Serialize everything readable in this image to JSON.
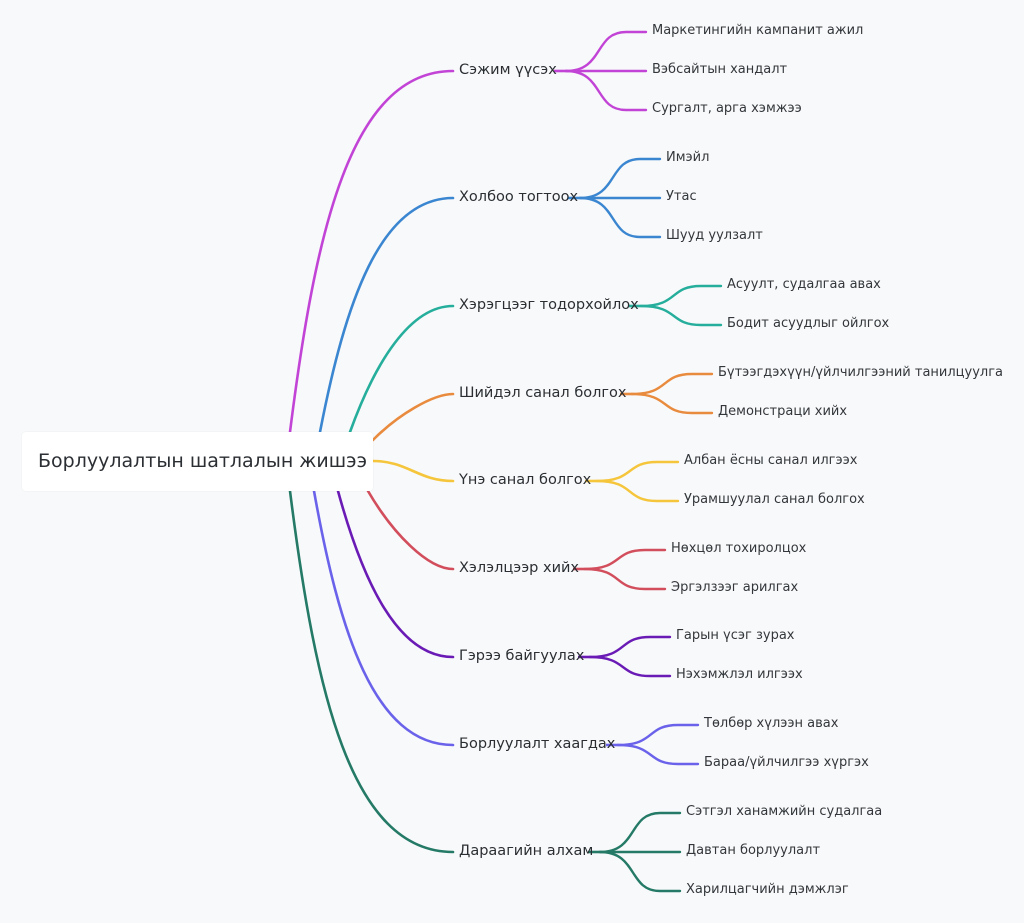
{
  "root": {
    "label": "Борлуулалтын шатлалын жишээ"
  },
  "branches": [
    {
      "label": "Сэжим үүсэх",
      "color": "#c244d6",
      "children": [
        "Маркетингийн кампанит ажил",
        "Вэбсайтын хандалт",
        "Сургалт, арга хэмжээ"
      ]
    },
    {
      "label": "Холбоо тогтоох",
      "color": "#3b86d1",
      "children": [
        "Имэйл",
        "Утас",
        "Шууд уулзалт"
      ]
    },
    {
      "label": "Хэрэгцээг тодорхойлох",
      "color": "#26ae9c",
      "children": [
        "Асуулт, судалгаа авах",
        "Бодит асуудлыг ойлгох"
      ]
    },
    {
      "label": "Шийдэл санал болгох",
      "color": "#e98b3e",
      "children": [
        "Бүтээгдэхүүн/үйлчилгээний танилцуулга",
        "Демонстраци хийх"
      ]
    },
    {
      "label": "Үнэ санал болгох",
      "color": "#f5c53b",
      "children": [
        "Албан ёсны санал илгээх",
        "Урамшуулал санал болгох"
      ]
    },
    {
      "label": "Хэлэлцээр хийх",
      "color": "#d24e5c",
      "children": [
        "Нөхцөл тохиролцох",
        "Эргэлзээг арилгах"
      ]
    },
    {
      "label": "Гэрээ байгуулах",
      "color": "#6a1bb5",
      "children": [
        "Гарын үсэг зурах",
        "Нэхэмжлэл илгээх"
      ]
    },
    {
      "label": "Борлуулалт хаагдах",
      "color": "#6a62ea",
      "children": [
        "Төлбөр хүлээн авах",
        "Бараа/үйлчилгээ хүргэх"
      ]
    },
    {
      "label": "Дараагийн алхам",
      "color": "#247a66",
      "children": [
        "Сэтгэл ханамжийн судалгаа",
        "Давтан борлуулалт",
        "Харилцагчийн дэмжлэг"
      ]
    }
  ]
}
